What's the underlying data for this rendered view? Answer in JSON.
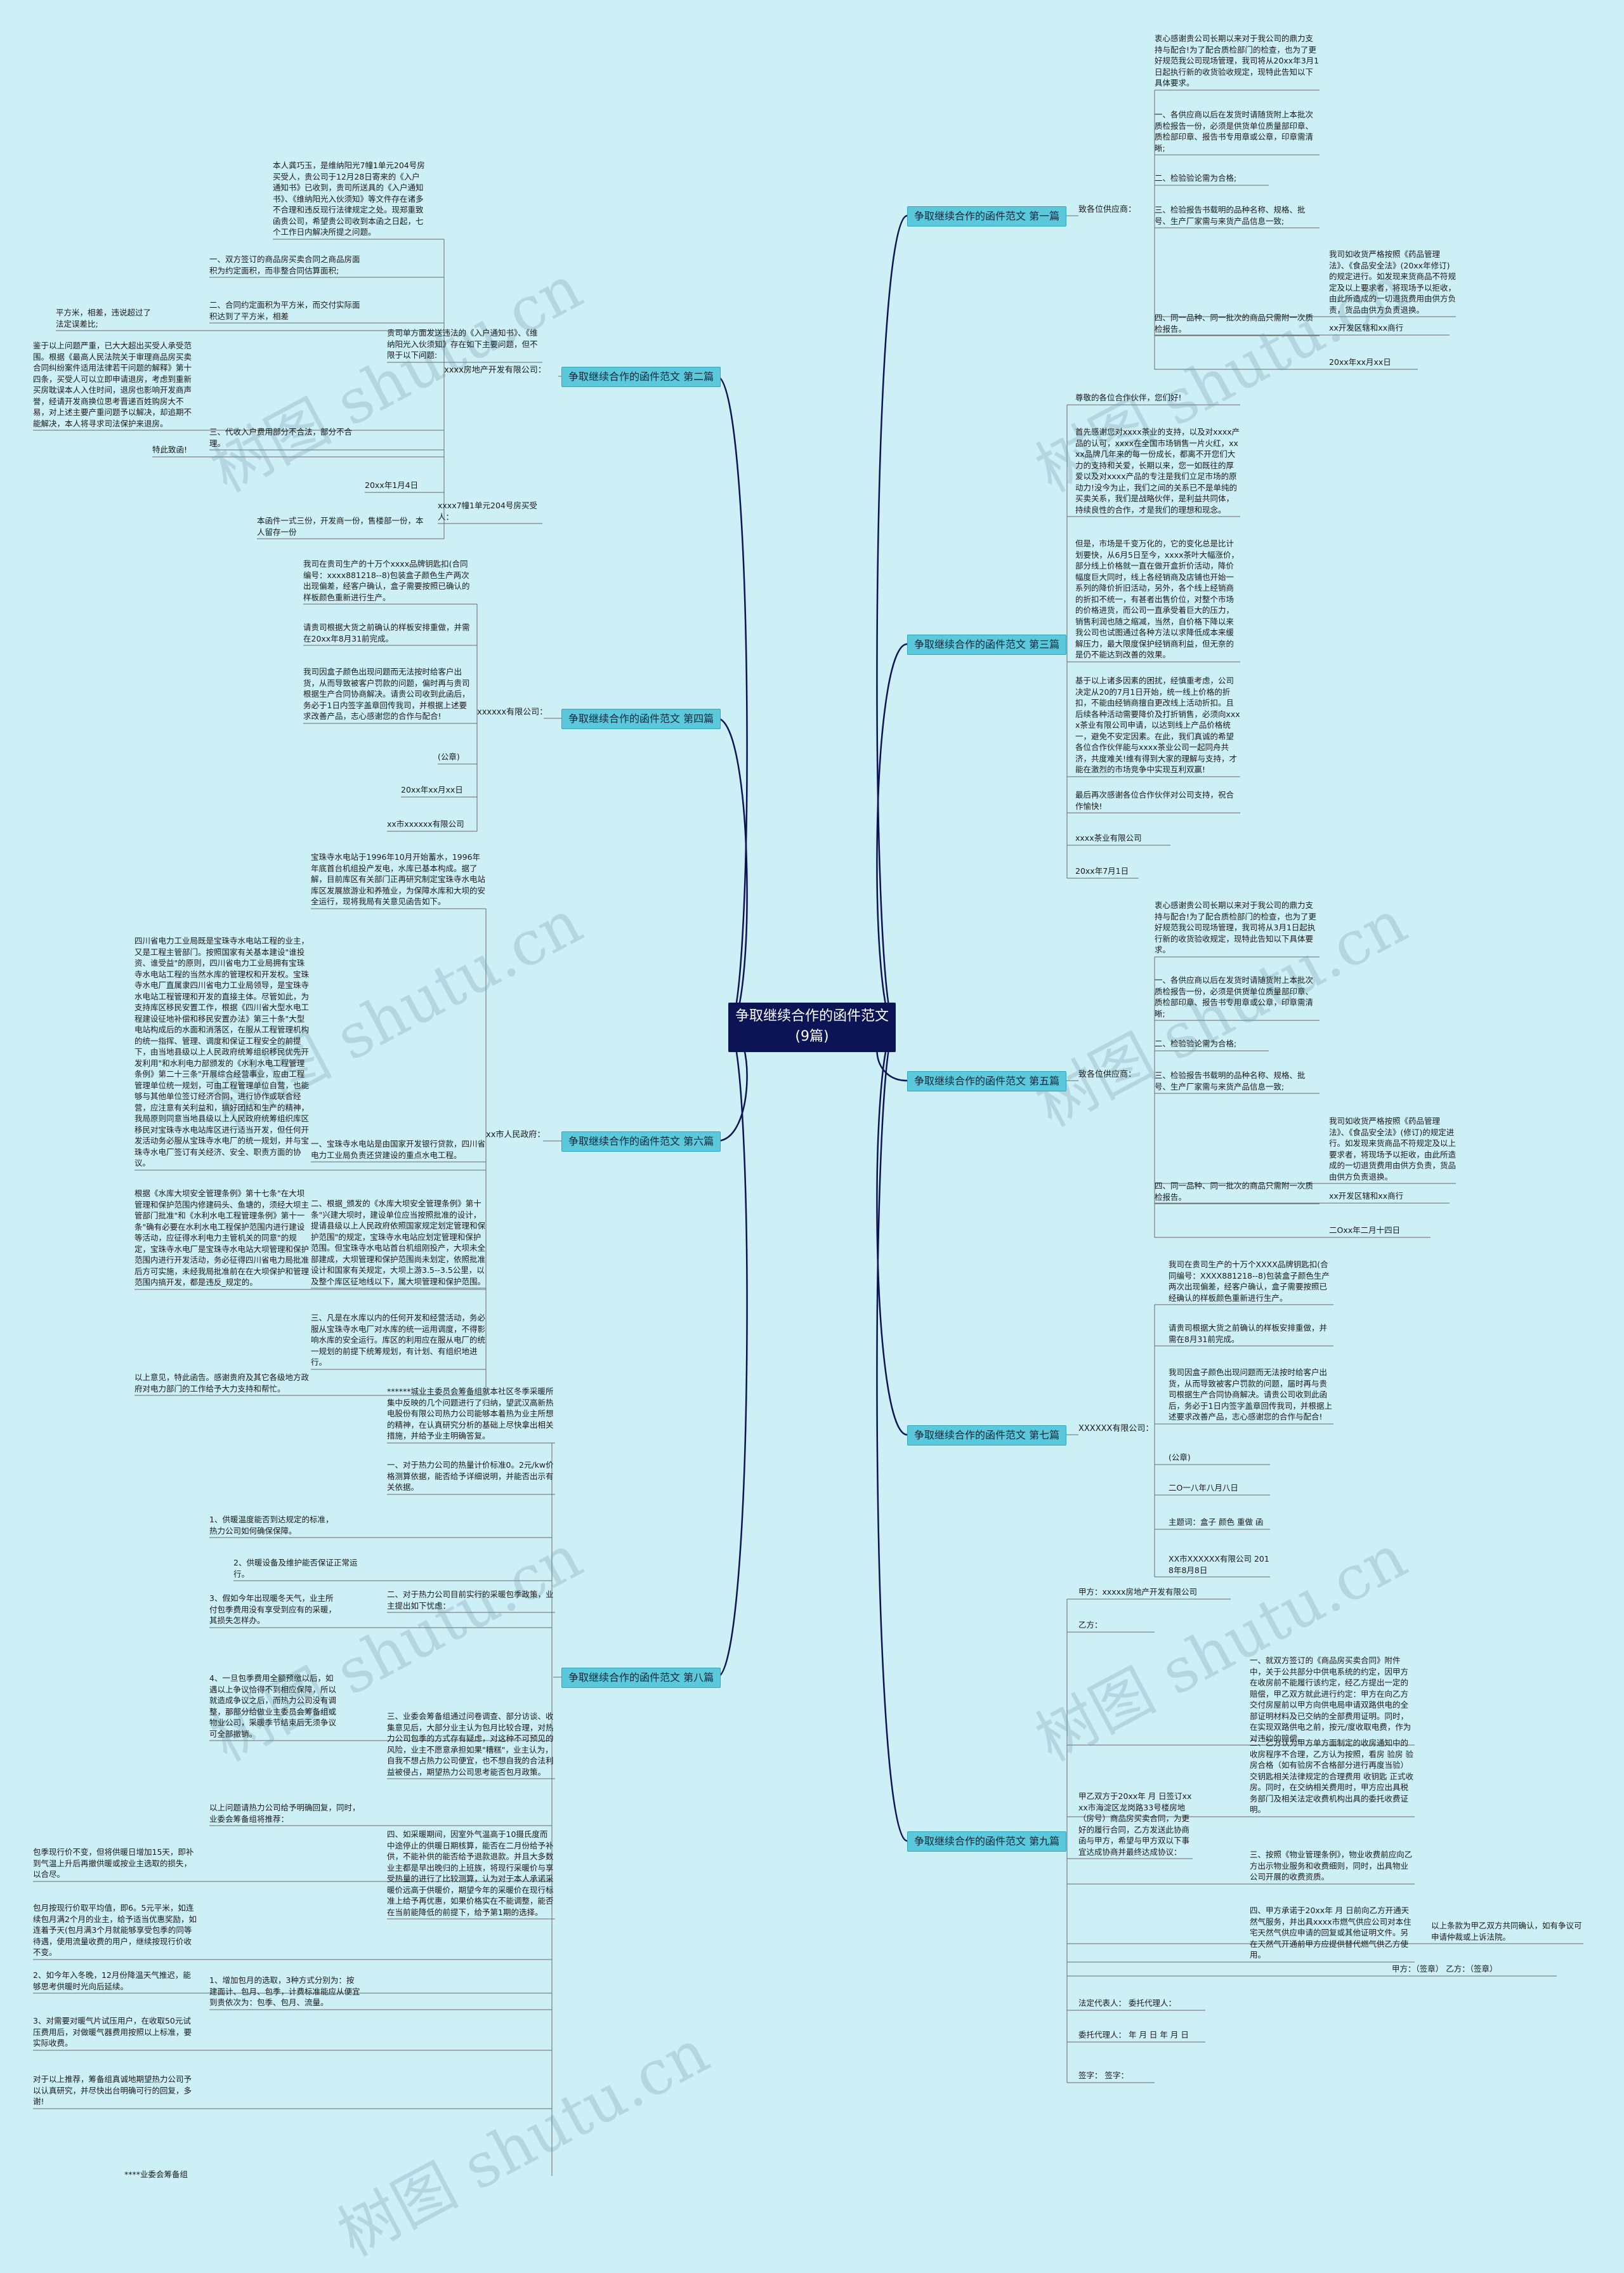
{
  "title": "争取继续合作的函件范文(9篇)",
  "watermark": "树图 shutu.cn",
  "branches": [
    {
      "label": "争取继续合作的函件范文 第一篇",
      "mid": "致各位供应商：",
      "leaves": [
        "衷心感谢贵公司长期以来对于我公司的鼎力支持与配合!为了配合质检部门的检查，也为了更好规范我公司现场管理，我司将从20xx年3月1日起执行新的收货验收规定，现特此告知以下具体要求。",
        "一、各供应商以后在发货时请随货附上本批次质检报告一份，必须是供货单位质量部印章、质检部印章、报告书专用章或公章，印章需清晰;",
        "二、检验验论需为合格;",
        "三、检验报告书载明的品种名称、规格、批号、生产厂家需与来货产品信息一致;",
        "四、同一品种、同一批次的商品只需附一次质检报告。",
        "我司如收货严格按照《药品管理法》、《食品安全法》(20xx年修订)的规定进行。如发现来货商品不符规定及以上要求者，将现场予以拒收，由此所造成的一切退货费用由供方负责，货品由供方负责退换。",
        "xx开发区辖和xx商行",
        "20xx年xx月xx日"
      ]
    },
    {
      "label": "争取继续合作的函件范文 第二篇",
      "mid": "xxxx房地产开发有限公司：",
      "leaves": [
        "本人龚巧玉，是维纳阳光7幢1单元204号房买受人，贵公司于12月28日寄来的《入户通知书》已收到，贵司所送具的《入户通知书》、《维纳阳光入伙须知》等文件存在诸多不合理和违反现行法律规定之处。现郑重致函贵公司，希望贵公司收到本函之日起，七个工作日内解决所提之问题。",
        "一、双方签订的商品房买卖合同之商品房面积为约定面积，而非整合同估算面积;",
        "二、合同约定面积为平方米，而交付实际面积达到了平方米，相差",
        "平方米，相差，违说超过了法定误差比;",
        "鉴于以上问题严重，已大大超出买受人承受范围。根据《最高人民法院关于审理商品房买卖合同纠纷案件适用法律若干问题的解释》第十四条，买受人可以立即申请退房，考虑到重新买房耽误本人入住时间，退房也影响开发商声誉，经请开发商换位思考晋递百姓购房大不易，对上述主要产重问题予以解决，却追期不能解决，本人将寻求司法保护来退房。",
        "特此致函!",
        "贵司单方面发送违法的《入户通知书》、《维纳阳光入伙须知》存在如下主要问题，但不限于以下问题:",
        "三、代收入户费用部分不合法，部分不合理。",
        "20xx年1月4日",
        "xxxx7幢1单元204号房买受人：",
        "本函件一式三份，开发商一份，售楼部一份，本人留存一份"
      ]
    },
    {
      "label": "争取继续合作的函件范文 第三篇",
      "mid": "",
      "leaves": [
        "尊敬的各位合作伙伴，您们好!",
        "首先感谢您对xxxx茶业的支持，以及对xxxx产品的认可，xxxx在全国市场销售一片火红，xxxx品牌几年来的每一份成长，都离不开您们大力的支持和关爱，长期以来，您一如既往的厚爱以及对xxxx产品的专注是我们立足市场的原动力!没今为止，我们之间的关系已不是单纯的买卖关系，我们是战略伙伴，是利益共同体，持续良性的合作，才是我们的理想和现念。",
        "但是，市场是千变万化的，它的变化总是比计划要快，从6月5日至今，xxxx茶叶大幅涨价，部分线上价格就一直在做开盒折价活动，降价幅度巨大同时，线上各经销商及店铺也开始一系列的降价折旧活动，另外，各个线上经销商的折扣不统一，有甚者出售价位，对整个市场的价格进货，而公司一直承受着巨大的压力，销售利润也随之缩减，当然，自价格下降以来我公司也试图通过各种方法以求降低成本来缓解压力，最大限度保护经销商利益，但无奈的是仍不能达到改善的效果。",
        "基于以上诸多因素的困扰，经慎重考虑，公司决定从20的7月1日开始，统一线上价格的折扣，不能由经销商擅自更改线上活动折扣。且后续各种活动需要降价及打折销售，必须向xxxx茶业有限公司申请，以达到线上产品价格统一，避免不安定因素。在此，我们真诚的希望各位合作伙伴能与xxxx茶业公司一起同舟共济，共度难关!维有得到大家的理解与支持，才能在激烈的市场竞争中实现互利双赢!",
        "最后再次感谢各位合作伙伴对公司支持，祝合作愉快!",
        "xxxx茶业有限公司",
        "20xx年7月1日"
      ]
    },
    {
      "label": "争取继续合作的函件范文 第四篇",
      "mid": "xxxxxx有限公司：",
      "leaves": [
        "我司在贵司生产的十万个xxxx品牌钥匙扣(合同编号：xxxx881218--8)包装盒子颜色生产两次出现偏差，经客户确认，盒子需要按照已确认的样板颜色重新进行生产。",
        "请贵司根据大货之前确认的样板安排重做，并需在20xx年8月31前完成。",
        "我司因盒子颜色出现问题而无法按时给客户出货，从而导致被客户罚款的问题，偏时再与贵司根据生产合同协商解决。请贵公司收到此函后，务必于1日内签字盖章回传我司，并根据上述要求改善产品，志心感谢您的合作与配合!",
        "(公章)",
        "20xx年xx月xx日",
        "xx市xxxxxx有限公司"
      ]
    },
    {
      "label": "争取继续合作的函件范文 第五篇",
      "mid": "致各位供应商：",
      "leaves": [
        "衷心感谢贵公司长期以来对于我公司的鼎力支持与配合!为了配合质检部门的检查，也为了更好规范我公司现场管理，我司将从3月1日起执行新的收货验收规定，现特此告知以下具体要求。",
        "一、各供应商以后在发货时请随货附上本批次质检报告一份，必须是供货单位质量部印章、质检部印章、报告书专用章或公章，印章需清晰;",
        "二、检验验论需为合格;",
        "三、检验报告书载明的品种名称、规格、批号、生产厂家需与来货产品信息一致;",
        "我司如收货严格按照《药品管理法》、《食品安全法》(修订)的规定进行。如发现来货商品不符规定及以上要求者，将现场予以拒收，由此所造成的一切退货费用由供方负责，货品由供方负责退换。",
        "四、同一品种、同一批次的商品只需附一次质检报告。",
        "xx开发区辖和xx商行",
        "二Oxx年二月十四日"
      ]
    },
    {
      "label": "争取继续合作的函件范文 第六篇",
      "mid": "xx市人民政府：",
      "leaves": [
        "宝珠寺水电站于1996年10月开始蓄水，1996年年底首台机组投产发电，水库已基本构成。据了解，目前库区有关部门正再研究制定宝珠寺水电站库区发展旅游业和养殖业，为保障水库和大坝的安全运行，现将我局有关意见函告如下。",
        "四川省电力工业局既是宝珠寺水电站工程的业主，又是工程主管部门。按照国家有关基本建设\"谁投资、谁受益\"的原则，四川省电力工业局拥有宝珠寺水电站工程的当然水库的管理权和开发权。宝珠寺水电厂直属隶四川省电力工业局领导，是宝珠寺水电站工程管理和开发的直接主体。尽管如此，为支持库区移民安置工作，根据《四川省大型水电工程建设征地补偿和移民安置办法》第三十条\"大型电站构成后的水面和消落区，在服从工程管理机构的统一指挥、管理、调度和保证工程安全的前提下，由当地县级以上人民政府统筹组织移民优先开发利用\"和水利电力部颁发的《水利水电工程管理条例》第二十三条\"开展综合经营事业，应由工程管理单位统一规划，可由工程管理单位自营，也能够与其他单位签订经济合同，进行协作或联合经营，应注意有关利益和，搞好团结和生产的精神，我局原则同意当地县级以上人民政府统筹组织库区移民对宝珠寺水电站库区进行适当开发，但任何开发活动务必服从宝珠寺水电厂的统一规划，并与宝珠寺水电厂签订有关经济、安全、职责方面的协议。",
        "一、宝珠寺水电站是由国家开发银行贷款，四川省电力工业局负责还贷建设的重点水电工程。",
        "根据《水库大坝安全管理条例》第十七条\"在大坝管理和保护范围内修建码头、鱼塘的，须经大坝主管部门批准\"和《水利水电工程管理条例》第十一条\"确有必要在水利水电工程保护范围内进行建设等活动，应征得水利电力主管机关的同意\"的规定，宝珠寺水电厂是宝珠寺水电站大坝管理和保护范围内进行开发活动，务必征得四川省电力局批准后方可实施，未经我局批准前在在大坝保护和管理范围内搞开发，都是违反_规定的。",
        "二、根据_颁发的《水库大坝安全管理条例》第十条\"兴建大坝时，建设单位应当按照批准的设计，提请县级以上人民政府依照国家规定划定管理和保护范围\"的规定，宝珠寺水电站应划定管理和保护范围。但宝珠寺水电站首台机组刚投产，大坝未全部建成，大坝管理和保护范围尚未划定，依照批准设计和国家有关规定，大坝上游3.5--3.5公里，以及整个库区征地线以下，属大坝管理和保护范围。",
        "三、凡是在水库以内的任何开发和经营活动，务必服从宝珠寺水电厂对水库的统一运用调度，不得影响水库的安全运行。库区的利用应在服从电厂的统一规划的前提下统筹规划，有计划、有组织地进行。",
        "以上意见，特此函告。感谢贵府及其它各级地方政府对电力部门的工作给予大力支持和帮忙。"
      ]
    },
    {
      "label": "争取继续合作的函件范文 第七篇",
      "mid": "XXXXXX有限公司：",
      "leaves": [
        "我司在贵司生产的十万个XXXX品牌钥匙扣(合同编号：XXXX881218--8)包装盒子颜色生产两次出现偏差，经客户确认，盒子需要按照已经确认的样板颜色重新进行生产。",
        "请贵司根据大货之前确认的样板安排重做，并需在8月31前完成。",
        "我司因盒子颜色出现问题而无法按时给客户出货，从而导致被客户罚款的问题，届时再与贵司根据生产合同协商解决。请贵公司收到此函后，务必于1日内签字盖章回传我司，并根据上述要求改善产品，志心感谢您的合作与配合!",
        "(公章)",
        "二O一八年八月八日",
        "主题词：盒子 颜色 重做 函",
        "XX市XXXXXX有限公司 2018年8月8日"
      ]
    },
    {
      "label": "争取继续合作的函件范文 第八篇",
      "mid": "",
      "leaves": [
        "******城业主委员会筹备组就本社区冬季采暖所集中反映的几个问题进行了归纳，望武汉高新热电股份有限公司热力公司能够本着热为业主所想的精神，在认真研究分析的基础上尽快拿出相关措施，并给予业主明确答复。",
        "一、对于热力公司的热量计价标准0。2元/kw价格测算依据，能否给予详细说明，并能否出示有关依据。",
        "1、供暖温度能否到达规定的标准，热力公司如何确保保障。",
        "2、供暖设备及维护能否保证正常运行。",
        "二、对于热力公司目前实行的采暖包季政策，业主提出如下忧虑：",
        "3、假如今年出现暖冬天气，业主所付包季费用没有享受到应有的采暖，其损失怎样办。",
        "4、一旦包季费用全额预缴以后，如遇以上争议恰得不到相应保障，所以就造成争议之后，而热力公司没有调整，那部分给做业主委员会筹备组或物业公司，采暖季节结束后无须争议可全部撤销。",
        "三、业委会筹备组通过问卷调查、部分访谈、收集意见后，大部分业主认为包月比较合理，对热力公司包季的方式存有疑虑，对这种不可预见的风险，业主不愿意承担如果\"糟糕\"，业主认为，自我不想占热力公司便宜，也不想自我的合法利益被侵占，期望热力公司思考能否包月政策。",
        "以上问题请热力公司给予明确回复，同时，业委会筹备组将推荐：",
        "四、如采暖期间，因室外气温高于10摄氏度而中途停止的供暖日期核算，能否在二月份给予补供，不能补供的能否给予退款退款。并且大多数业主都是早出晚归的上班族，将现行采暖价与享受热量的进行了比较测算，认为对于本人承诺采暖价远高于供暖价，期望今年的采暖价在现行标准上给予再优惠，如果价格实在不能调整，能否在当前能降低的前提下，给予第1期的选择。",
        "1、增加包月的选取，3种方式分别为：按建面计、包月、包季，计费标准能应从便宜到贵依次为：包季、包月、流量。",
        "包季现行价不变，但将供暖日增加15天，即补到气温上升后再撤供暖或按业主选取的损失，以合尽。",
        "包月按现行价取平均值，即6。5元平米，如连续包月满2个月的业主，给予适当优惠奖励，如连着予天(包月满3个月就能够享受包季的同等待遇，使用流量收费的用户，继续按现行价收不变。",
        "2、如今年入冬晚，12月份降温天气推迟，能够思考供暖时光向后延续。",
        "3、对需要对暖气片试压用户，在收取50元试压费用后，对做暖气器费用按照以上标准，要实际收费。",
        "对于以上推荐，筹备组真诚地期望热力公司予以认真研究，并尽快出台明确可行的回复，多谢!",
        "****业委会筹备组"
      ]
    },
    {
      "label": "争取继续合作的函件范文 第九篇",
      "mid": "",
      "leaves": [
        "甲方：xxxxx房地产开发有限公司",
        "乙方：",
        "甲乙双方于20xx年 月 日签订xxxx市海淀区龙岗路33号楼房地（房号）商品房买卖合同，为更好的履行合同，乙方发送此协商函与甲方，希望与甲方双以下事宜达成协商并最终达成协议：",
        "一、就双方签订的《商品房买卖合同》附件中，关于公共部分中供电系统的约定，因甲方在收房前不能履行该约定，经乙方提出一定的赔偿，甲乙双方就此进行约定：甲方在向乙方交付房屋前以甲方向供电局申请双路供电的全部证明材料及已交纳的全部费用证明。同时，在实现双路供电之前，按元/度收取电费，作为对违约的赔偿。",
        "二、乙方认为甲方单方面制定的收房通知中的收房程序不合理，乙方认为按照，看房 验房 验房合格（如有验房不合格部分进行再度当验）交钥匙相关法律规定的合理费用 收钥匙 正式收房。同时，在交纳相关费用时，甲方应出具税务部门及相关法定收费机构出具的委托收费证明。",
        "三、按照《物业管理条例》，物业收费前应向乙方出示物业服务和收费细则，同时，出具物业公司开展的收费资质。",
        "四、甲方承诺于20xx年 月 日前向乙方开通天然气服务，并出具xxxx市燃气供应公司对本住宅天然气供应申请的回复或其他证明文件。另在天然气开通前甲方应提供替代燃气供乙方使用。",
        "以上条款为甲乙双方共同确认，如有争议可申请仲裁或上诉法院。",
        "甲方：（签章）    乙方：（签章）",
        "法定代表人：     委托代理人：",
        "委托代理人：     年 月 日 年 月 日",
        "签字：     签字："
      ]
    }
  ],
  "colors": {
    "background": "#cdeff6",
    "root": "#0c1456",
    "branch": "#5cc8dc",
    "link": "#0c1456",
    "leafLine": "#6a6a6a"
  }
}
